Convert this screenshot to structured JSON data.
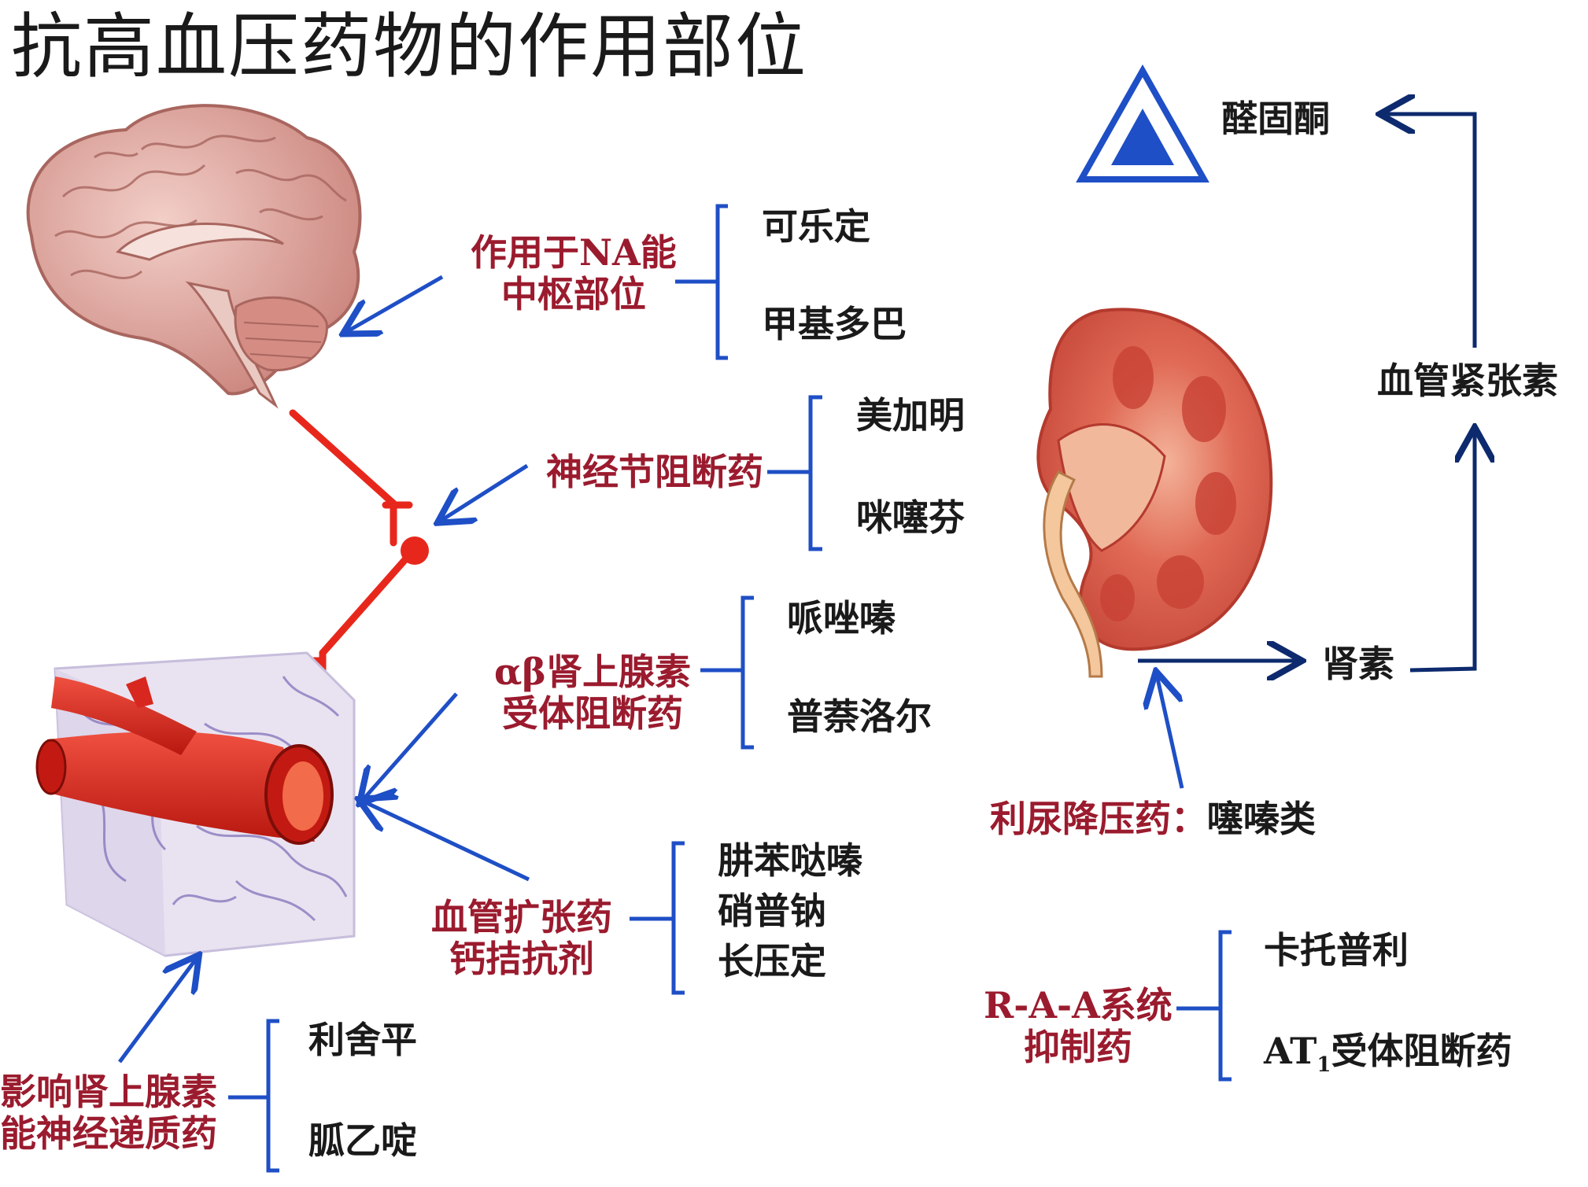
{
  "title": "抗高血压药物的作用部位",
  "central": {
    "category_lines": [
      "作用于NA能",
      "中枢部位"
    ],
    "drugs": [
      "可乐定",
      "甲基多巴"
    ]
  },
  "ganglion": {
    "category": "神经节阻断药",
    "drugs": [
      "美加明",
      "咪噻芬"
    ]
  },
  "alpha_beta": {
    "category_lines": [
      "αβ肾上腺素",
      "受体阻断药"
    ],
    "drugs": [
      "哌唑嗪",
      "普萘洛尔"
    ]
  },
  "vasodilator": {
    "category_lines": [
      "血管扩张药",
      "钙拮抗剂"
    ],
    "drugs": [
      "肼苯哒嗪",
      "硝普钠",
      "长压定"
    ]
  },
  "adrenergic": {
    "category_lines": [
      "影响肾上腺素",
      "能神经递质药"
    ],
    "drugs": [
      "利舍平",
      "胍乙啶"
    ]
  },
  "raas_flow": {
    "aldosterone": "醛固酮",
    "angiotensin": "血管紧张素",
    "renin": "肾素"
  },
  "diuretic": {
    "category": "利尿降压药：",
    "drug": "噻嗪类"
  },
  "raa": {
    "category_lines": [
      "R-A-A系统",
      "抑制药"
    ],
    "drug1": "卡托普利",
    "drug2_prefix": "AT",
    "drug2_sub": "1",
    "drug2_suffix": "受体阻断药"
  },
  "colors": {
    "category_text": "#9b1b2e",
    "bracket_blue": "#1f4fc6",
    "arrow_blue": "#1f4fc6",
    "flow_arrow": "#0d2a6e",
    "neuron_red": "#e8271c",
    "kidney": "#d9534a",
    "vessel": "#d8271f",
    "brain": "#d99a94"
  }
}
